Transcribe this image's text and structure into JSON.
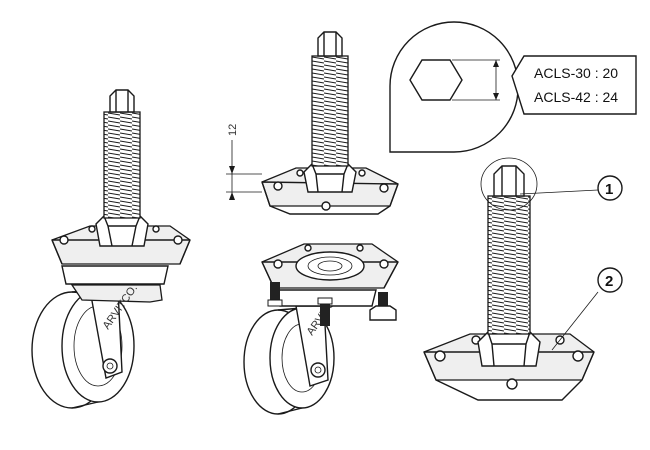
{
  "dimension": {
    "value": "12"
  },
  "callout": {
    "lines": [
      "ACLS-30 : 20",
      "ACLS-42 : 24"
    ]
  },
  "parts": [
    {
      "number": "1"
    },
    {
      "number": "2"
    }
  ],
  "wheel_markings": [
    "ARVITCO.",
    "ARVITCO."
  ]
}
